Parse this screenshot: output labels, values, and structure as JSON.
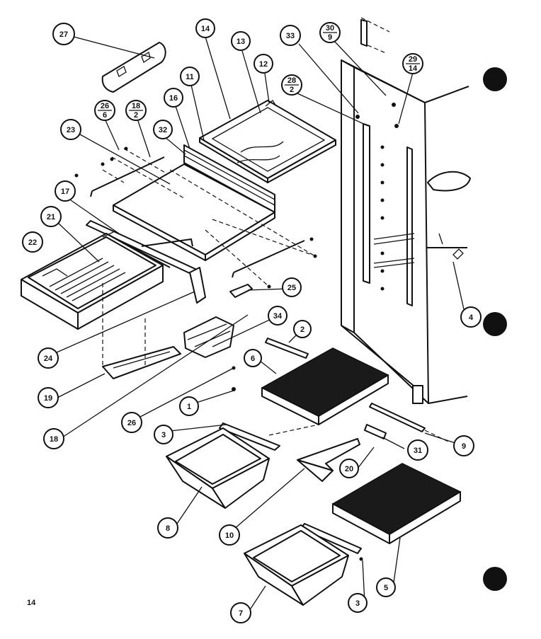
{
  "diagram": {
    "page_number": "14",
    "callouts": [
      {
        "id": "c27",
        "top": "27",
        "bottom": ""
      },
      {
        "id": "c14a",
        "top": "14",
        "bottom": ""
      },
      {
        "id": "c13",
        "top": "13",
        "bottom": ""
      },
      {
        "id": "c12",
        "top": "12",
        "bottom": ""
      },
      {
        "id": "c33",
        "top": "33",
        "bottom": ""
      },
      {
        "id": "c30_9",
        "top": "30",
        "bottom": "9"
      },
      {
        "id": "c29_14",
        "top": "29",
        "bottom": "14"
      },
      {
        "id": "c28_2",
        "top": "28",
        "bottom": "2"
      },
      {
        "id": "c11",
        "top": "11",
        "bottom": ""
      },
      {
        "id": "c16",
        "top": "16",
        "bottom": ""
      },
      {
        "id": "c26_6",
        "top": "26",
        "bottom": "6"
      },
      {
        "id": "c18_2",
        "top": "18",
        "bottom": "2"
      },
      {
        "id": "c23",
        "top": "23",
        "bottom": ""
      },
      {
        "id": "c32",
        "top": "32",
        "bottom": ""
      },
      {
        "id": "c17",
        "top": "17",
        "bottom": ""
      },
      {
        "id": "c21",
        "top": "21",
        "bottom": ""
      },
      {
        "id": "c22",
        "top": "22",
        "bottom": ""
      },
      {
        "id": "c25",
        "top": "25",
        "bottom": ""
      },
      {
        "id": "c4",
        "top": "4",
        "bottom": ""
      },
      {
        "id": "c34",
        "top": "34",
        "bottom": ""
      },
      {
        "id": "c2",
        "top": "2",
        "bottom": ""
      },
      {
        "id": "c24",
        "top": "24",
        "bottom": ""
      },
      {
        "id": "c6",
        "top": "6",
        "bottom": ""
      },
      {
        "id": "c19",
        "top": "19",
        "bottom": ""
      },
      {
        "id": "c1",
        "top": "1",
        "bottom": ""
      },
      {
        "id": "c26",
        "top": "26",
        "bottom": ""
      },
      {
        "id": "c18",
        "top": "18",
        "bottom": ""
      },
      {
        "id": "c3a",
        "top": "3",
        "bottom": ""
      },
      {
        "id": "c31",
        "top": "31",
        "bottom": ""
      },
      {
        "id": "c9",
        "top": "9",
        "bottom": ""
      },
      {
        "id": "c20",
        "top": "20",
        "bottom": ""
      },
      {
        "id": "c8",
        "top": "8",
        "bottom": ""
      },
      {
        "id": "c10",
        "top": "10",
        "bottom": ""
      },
      {
        "id": "c5",
        "top": "5",
        "bottom": ""
      },
      {
        "id": "c3b",
        "top": "3",
        "bottom": ""
      },
      {
        "id": "c7",
        "top": "7",
        "bottom": ""
      }
    ]
  }
}
